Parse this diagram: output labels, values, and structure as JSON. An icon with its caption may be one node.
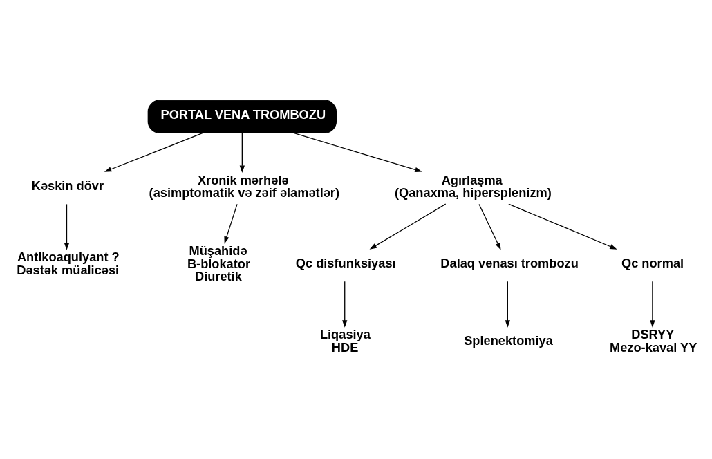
{
  "diagram": {
    "nodes": [
      {
        "text": [
          "PORTAL VENA TROMBOZU"
        ]
      },
      {
        "text": [
          "Kəskin dövr"
        ]
      },
      {
        "text": [
          "Antikoaqulyant ?",
          "Dəstək müalicəsi"
        ]
      },
      {
        "text": [
          "Xronik mərhələ",
          "(asimptomatik və zəif əlamətlər)"
        ]
      },
      {
        "text": [
          "Müşahidə",
          "B-blokator",
          "Diuretik"
        ]
      },
      {
        "text": [
          "Agırlaşma",
          "(Qanaxma, hipersplenizm)"
        ]
      },
      {
        "text": [
          "Qc disfunksiyası"
        ]
      },
      {
        "text": [
          "Dalaq venası trombozu"
        ]
      },
      {
        "text": [
          "Qc normal"
        ]
      },
      {
        "text": [
          "Liqasiya",
          "HDE"
        ]
      },
      {
        "text": [
          "Splenektomiya"
        ]
      },
      {
        "text": [
          "DSRYY",
          "Mezo-kaval YY"
        ]
      }
    ],
    "edges": [
      {
        "from": 0,
        "to": 1,
        "arrow": "to"
      },
      {
        "from": 0,
        "to": 3,
        "arrow": "to"
      },
      {
        "from": 0,
        "to": 5,
        "arrow": "to"
      },
      {
        "from": 1,
        "to": 2,
        "arrow": "to"
      },
      {
        "from": 3,
        "to": 4,
        "arrow": "to"
      },
      {
        "from": 5,
        "to": 6,
        "arrow": "to"
      },
      {
        "from": 5,
        "to": 7,
        "arrow": "to"
      },
      {
        "from": 5,
        "to": 8,
        "arrow": "to"
      },
      {
        "from": 6,
        "to": 9,
        "arrow": "to"
      },
      {
        "from": 7,
        "to": 10,
        "arrow": "to"
      },
      {
        "from": 8,
        "to": 11,
        "arrow": "to"
      }
    ]
  }
}
